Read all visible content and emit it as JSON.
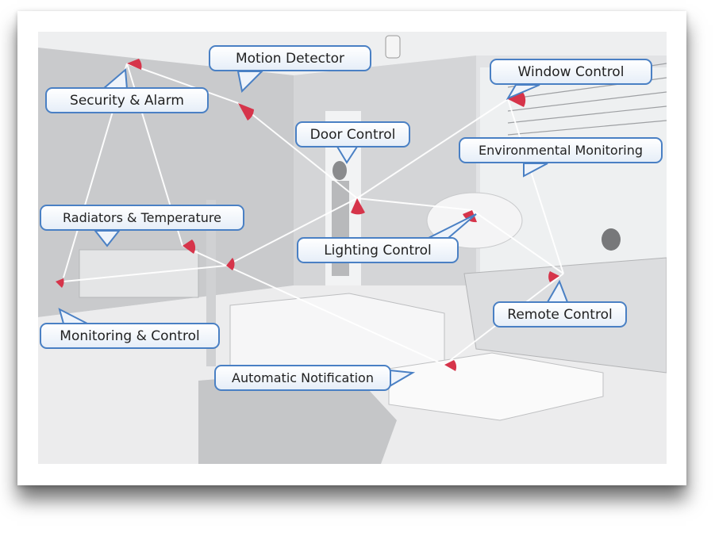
{
  "callouts": {
    "motion_detector": "Motion Detector",
    "security_alarm": "Security & Alarm",
    "window_control": "Window Control",
    "door_control": "Door Control",
    "environmental_monitoring": "Environmental Monitoring",
    "radiators_temperature": "Radiators & Temperature",
    "lighting_control": "Lighting Control",
    "remote_control": "Remote Control",
    "monitoring_control": "Monitoring & Control",
    "automatic_notification": "Automatic Notification"
  },
  "colors": {
    "callout_border": "#4a80c4",
    "sensor_signal": "#d6344a",
    "link_lines": "#ffffff"
  }
}
